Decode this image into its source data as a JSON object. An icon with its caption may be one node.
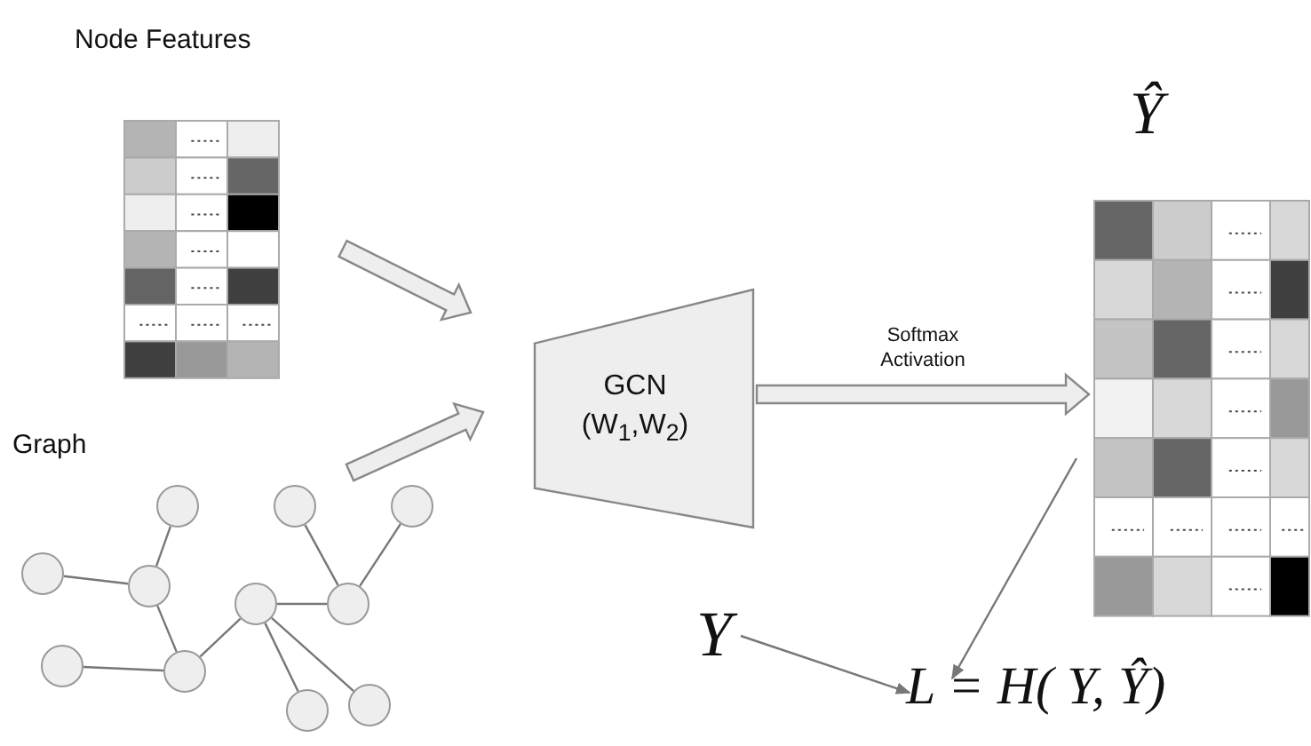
{
  "diagram": {
    "nodes": [
      {
        "text": [
          "Node Features"
        ]
      },
      {
        "text": [
          "Graph"
        ]
      },
      {
        "text": [
          "GCN (W$_{1}$,W$_{2}$)"
        ]
      },
      {
        "text": [
          "Ŷ"
        ]
      },
      {
        "text": [
          "Y"
        ]
      },
      {
        "text": [
          "L = H( Y, Ŷ)"
        ]
      },
      {
        "text": [],
        "shape": "circle",
        "in": 1
      },
      {
        "text": [],
        "shape": "circle",
        "in": 1
      },
      {
        "text": [],
        "shape": "circle",
        "in": 1
      },
      {
        "text": [],
        "shape": "circle",
        "in": 1
      },
      {
        "text": [],
        "shape": "circle",
        "in": 1
      },
      {
        "text": [],
        "shape": "circle",
        "in": 1
      },
      {
        "text": [],
        "shape": "circle",
        "in": 1
      },
      {
        "text": [],
        "shape": "circle",
        "in": 1
      },
      {
        "text": [],
        "shape": "circle",
        "in": 1
      },
      {
        "text": [],
        "shape": "circle",
        "in": 1
      },
      {
        "text": [],
        "shape": "circle",
        "in": 1
      }
    ],
    "edges": [
      {
        "from": 0,
        "to": 2,
        "arrow": "to",
        "style": "thick"
      },
      {
        "from": 1,
        "to": 2,
        "arrow": "to",
        "style": "thick"
      },
      {
        "from": 2,
        "to": 3,
        "arrow": "to",
        "style": "thick",
        "label": "Softmax Activation"
      },
      {
        "from": 3,
        "to": 5,
        "arrow": "to"
      },
      {
        "from": 4,
        "to": 5,
        "arrow": "to"
      },
      {
        "from": 6,
        "to": 8,
        "arrow": "none"
      },
      {
        "from": 9,
        "to": 8,
        "arrow": "none"
      },
      {
        "from": 8,
        "to": 10,
        "arrow": "none"
      },
      {
        "from": 7,
        "to": 10,
        "arrow": "none"
      },
      {
        "from": 10,
        "to": 11,
        "arrow": "none"
      },
      {
        "from": 11,
        "to": 14,
        "arrow": "none"
      },
      {
        "from": 12,
        "to": 14,
        "arrow": "none"
      },
      {
        "from": 16,
        "to": 14,
        "arrow": "none"
      },
      {
        "from": 11,
        "to": 13,
        "arrow": "none"
      },
      {
        "from": 11,
        "to": 15,
        "arrow": "none"
      }
    ]
  }
}
